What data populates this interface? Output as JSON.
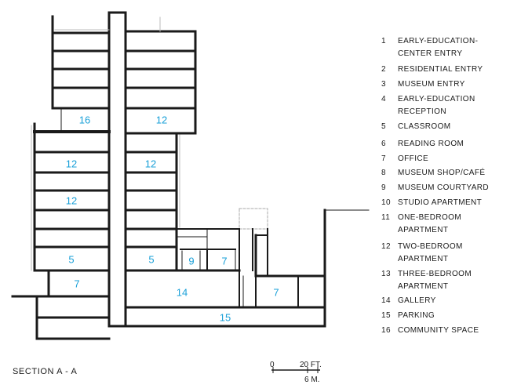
{
  "rooms": {
    "r16": "16",
    "r12a": "12",
    "r12b": "12",
    "r12c": "12",
    "r12d": "12",
    "r5a": "5",
    "r5b": "5",
    "r9": "9",
    "r7a": "7",
    "r7b": "7",
    "r7c": "7",
    "r14": "14",
    "r15": "15"
  },
  "legend": [
    {
      "num": "1",
      "text": "EARLY-EDUCATION-\nCENTER ENTRY"
    },
    {
      "num": "2",
      "text": "RESIDENTIAL ENTRY"
    },
    {
      "num": "3",
      "text": "MUSEUM ENTRY"
    },
    {
      "num": "4",
      "text": "EARLY-EDUCATION\nRECEPTION"
    },
    {
      "num": "5",
      "text": "CLASSROOM"
    },
    {
      "num": "6",
      "text": "READING ROOM"
    },
    {
      "num": "7",
      "text": "OFFICE"
    },
    {
      "num": "8",
      "text": "MUSEUM SHOP/CAFÉ"
    },
    {
      "num": "9",
      "text": "MUSEUM COURTYARD"
    },
    {
      "num": "10",
      "text": "STUDIO APARTMENT"
    },
    {
      "num": "11",
      "text": "ONE-BEDROOM\nAPARTMENT"
    },
    {
      "num": "12",
      "text": "TWO-BEDROOM\nAPARTMENT"
    },
    {
      "num": "13",
      "text": "THREE-BEDROOM\nAPARTMENT"
    },
    {
      "num": "14",
      "text": "GALLERY"
    },
    {
      "num": "15",
      "text": "PARKING"
    },
    {
      "num": "16",
      "text": "COMMUNITY SPACE"
    }
  ],
  "caption": "SECTION A - A",
  "scale": {
    "zero": "0",
    "feet": "20 FT.",
    "meters": "6 M."
  },
  "colors": {
    "line": "#1a1a1a",
    "room_label": "#1aa0d8"
  }
}
